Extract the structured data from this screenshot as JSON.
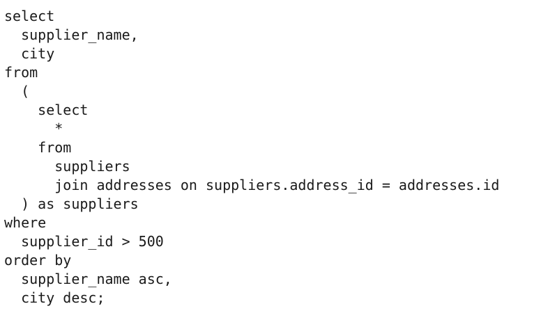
{
  "code": {
    "language": "sql",
    "lines": [
      "select",
      "  supplier_name,",
      "  city",
      "from",
      "  (",
      "    select",
      "      *",
      "    from",
      "      suppliers",
      "      join addresses on suppliers.address_id = addresses.id",
      "  ) as suppliers",
      "where",
      "  supplier_id > 500",
      "order by",
      "  supplier_name asc,",
      "  city desc;"
    ]
  }
}
